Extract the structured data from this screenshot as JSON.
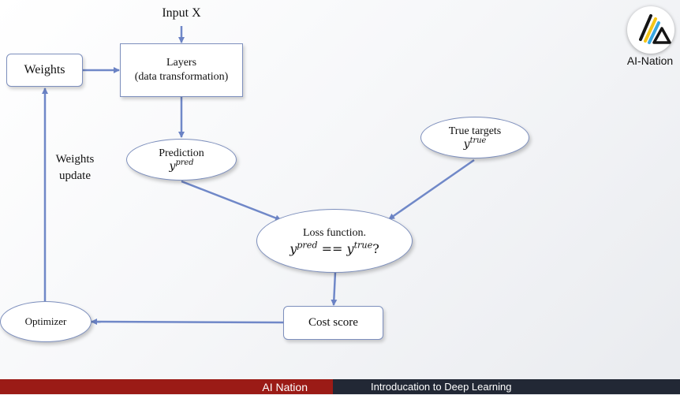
{
  "input_label": "Input X",
  "weights_label": "Weights",
  "layers": {
    "line1": "Layers",
    "line2": "(data transformation)"
  },
  "prediction": {
    "label": "Prediction",
    "math_base": "y",
    "math_sup": "pred"
  },
  "true_targets": {
    "label": "True targets",
    "math_base": "y",
    "math_sup": "true"
  },
  "loss": {
    "label": "Loss function.",
    "lhs_base": "y",
    "lhs_sup": "pred",
    "op": " == ",
    "rhs_base": "y",
    "rhs_sup": "true",
    "end": "?"
  },
  "cost_score": "Cost score",
  "optimizer": "Optimizer",
  "weights_update": {
    "line1": "Weights",
    "line2": "update"
  },
  "logo": {
    "caption": "AI-Nation"
  },
  "footer": {
    "left": "AI Nation",
    "right": "Introducation to Deep Learning"
  },
  "colors": {
    "arrow": "#7088c8",
    "border": "#7d8fbd",
    "footer_left": "#9b1b16",
    "footer_right": "#222835"
  }
}
